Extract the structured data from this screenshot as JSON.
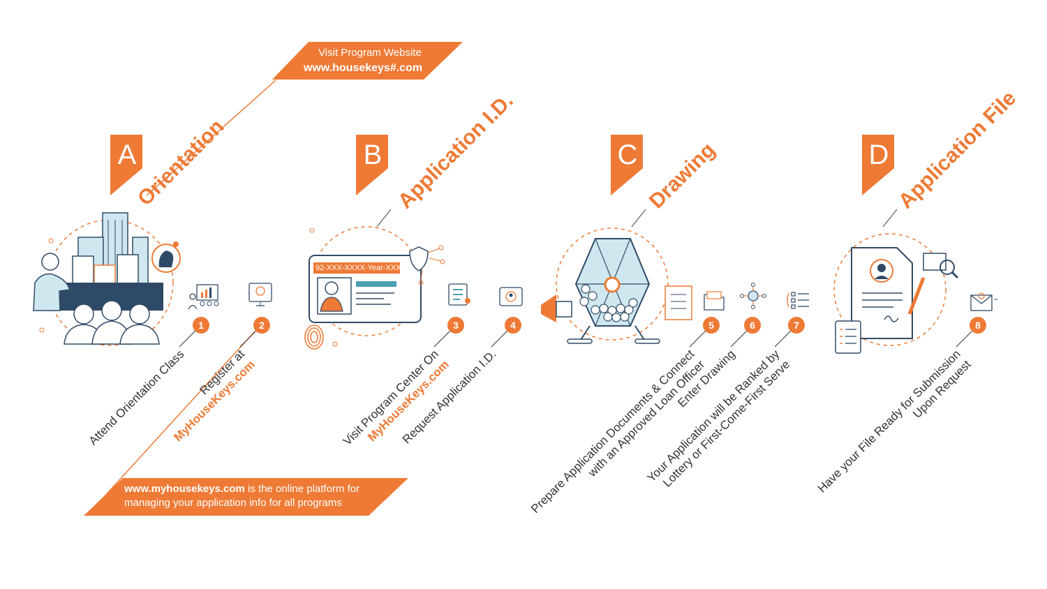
{
  "top_banner": {
    "line1": "Visit Program Website",
    "line2": "www.housekeys#.com"
  },
  "bottom_banner": {
    "url": "www.myhousekeys.com",
    "line1_rest": " is the online platform for",
    "line2": "managing your application info for all programs"
  },
  "phases": [
    {
      "letter": "A",
      "title": "Orientation"
    },
    {
      "letter": "B",
      "title": "Application I.D."
    },
    {
      "letter": "C",
      "title": "Drawing"
    },
    {
      "letter": "D",
      "title": "Application File"
    }
  ],
  "steps": [
    {
      "num": "1",
      "line1": "Attend Orientation Class",
      "line2": ""
    },
    {
      "num": "2",
      "line1": "Register at",
      "line2": "MyHouseKeys.com"
    },
    {
      "num": "3",
      "line1": "Visit Program Center On",
      "line2": "MyHouseKeys.com"
    },
    {
      "num": "4",
      "line1": "Request Application I.D.",
      "line2": ""
    },
    {
      "num": "5",
      "line1": "Prepare Application Documents & Connect",
      "line2": "with an Approved Loan Officer"
    },
    {
      "num": "6",
      "line1": "Enter Drawing",
      "line2": ""
    },
    {
      "num": "7",
      "line1": "Your Application will be Ranked by",
      "line2": "Lottery or First-Come-First Serve"
    },
    {
      "num": "8",
      "line1": "Have your File Ready for Submission",
      "line2": "Upon Request"
    }
  ],
  "id_card": {
    "number": "92-XXX-XXXX-Year-XXX"
  },
  "colors": {
    "accent": "#ee7a35",
    "navy": "#2f4a66",
    "teal": "#4a9fb3",
    "light_blue": "#cfe7ef"
  }
}
